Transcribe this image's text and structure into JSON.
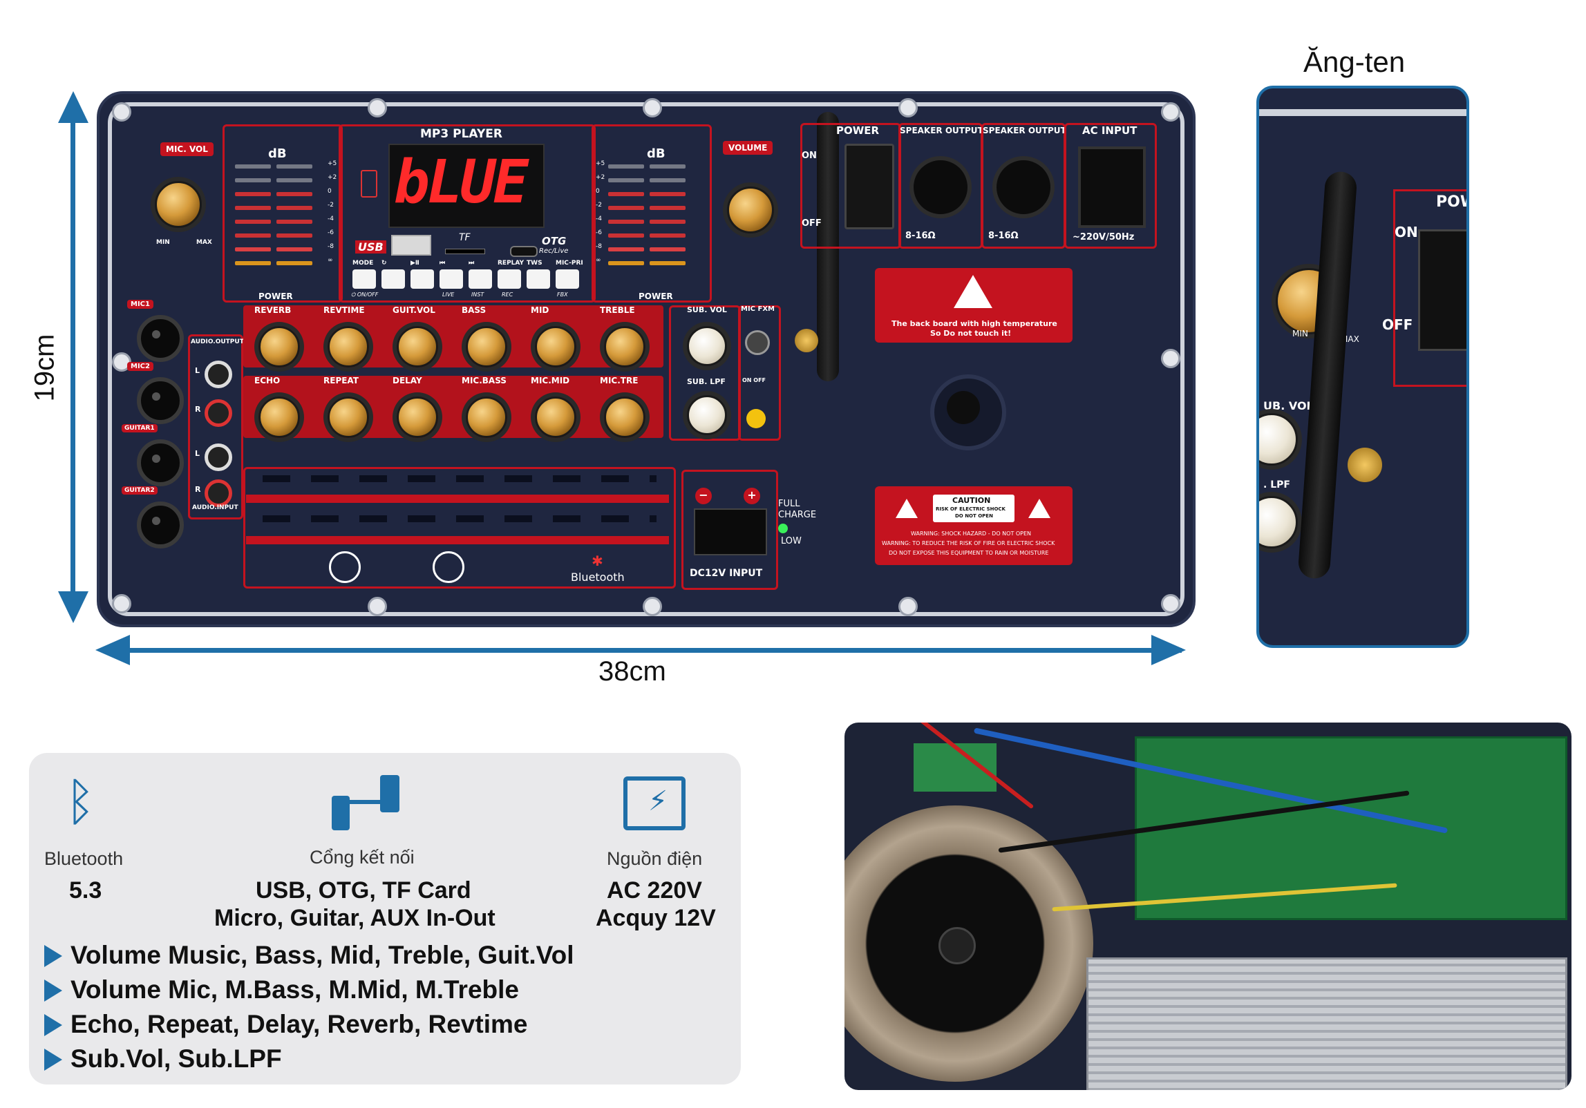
{
  "dimensions": {
    "height_label": "19cm",
    "width_label": "38cm"
  },
  "antenna_inset": {
    "title": "Ăng-ten",
    "labels": {
      "power": "POW",
      "on": "ON",
      "off": "OFF",
      "min": "MIN",
      "max": "MAX",
      "sub_vol": "UB. VOL",
      "lpf": ". LPF"
    }
  },
  "panel": {
    "mp3_title": "MP3 PLAYER",
    "display_text": "bLUE",
    "db_label_left": "dB",
    "db_label_right": "dB",
    "db_scale": [
      "+5",
      "+2",
      "0",
      "-2",
      "-4",
      "-6",
      "-8",
      "∞"
    ],
    "mic_vol": "MIC. VOL",
    "volume": "VOLUME",
    "min": "MIN",
    "max": "MAX",
    "power_left": "POWER",
    "power_right": "POWER",
    "usb": "USB",
    "tf": "TF",
    "otg": "OTG",
    "otg_sub": "Rec/Live",
    "button_labels": [
      "MODE",
      "↻",
      "▶Ⅱ",
      "⏮",
      "⏭",
      "REPLAY",
      "TWS",
      "MIC-PRI"
    ],
    "button_sub_labels": [
      "⏻ ON/OFF",
      "LIVE",
      "INST",
      "REC",
      "FBX"
    ],
    "row1_knobs": [
      "REVERB",
      "REVTIME",
      "GUIT.VOL",
      "BASS",
      "MID",
      "TREBLE"
    ],
    "row2_knobs": [
      "ECHO",
      "REPEAT",
      "DELAY",
      "MIC.BASS",
      "MIC.MID",
      "MIC.TRE"
    ],
    "sub_vol": "SUB. VOL",
    "sub_lpf": "SUB. LPF",
    "mic_fxm": "MIC FXM",
    "on_off": "ON  OFF",
    "mic1": "MIC1",
    "mic2": "MIC2",
    "guitar1": "GUITAR1",
    "guitar2": "GUITAR2",
    "audio_output": "AUDIO.OUTPUT",
    "audio_input": "AUDIO.INPUT",
    "l": "L",
    "r": "R",
    "bluetooth": "Bluetooth",
    "full_charge": "FULL\nCHARGE",
    "low": "LOW",
    "dc12v": "DC12V INPUT",
    "power_switch": "POWER",
    "on": "ON",
    "off": "OFF",
    "speaker_output_1": "SPEAKER OUTPUT",
    "speaker_output_2": "SPEAKER OUTPUT",
    "ohm1": "8-16Ω",
    "ohm2": "8-16Ω",
    "ac_input": "AC INPUT",
    "ac_rating": "~220V/50Hz",
    "warning_hot_1": "The back board with high temperature",
    "warning_hot_2": "So Do not touch it!",
    "caution": "CAUTION",
    "caution_sub_1": "RISK OF ELECTRIC SHOCK",
    "caution_sub_2": "DO NOT OPEN",
    "caution_line_1": "WARNING: SHOCK HAZARD - DO NOT OPEN",
    "caution_line_2": "WARNING: TO REDUCE THE RISK OF FIRE OR ELECTRIC SHOCK",
    "caution_line_3": "DO NOT EXPOSE THIS EQUIPMENT TO RAIN OR MOISTURE"
  },
  "specs": {
    "bluetooth": {
      "title": "Bluetooth",
      "value": "5.3"
    },
    "ports": {
      "title": "Cổng kết nối",
      "value_line1": "USB, OTG, TF Card",
      "value_line2": "Micro, Guitar, AUX In-Out"
    },
    "power": {
      "title": "Nguồn điện",
      "value_line1": "AC 220V",
      "value_line2": "Acquy 12V"
    },
    "features": [
      "Volume Music, Bass, Mid, Treble, Guit.Vol",
      "Volume Mic, M.Bass, M.Mid, M.Treble",
      "Echo, Repeat, Delay, Reverb, Revtime",
      "Sub.Vol, Sub.LPF"
    ]
  },
  "colors": {
    "accent_blue": "#1f6fa8",
    "panel_navy": "#1f2640",
    "panel_red": "#c4131f",
    "display_red": "#ff2a2a"
  }
}
